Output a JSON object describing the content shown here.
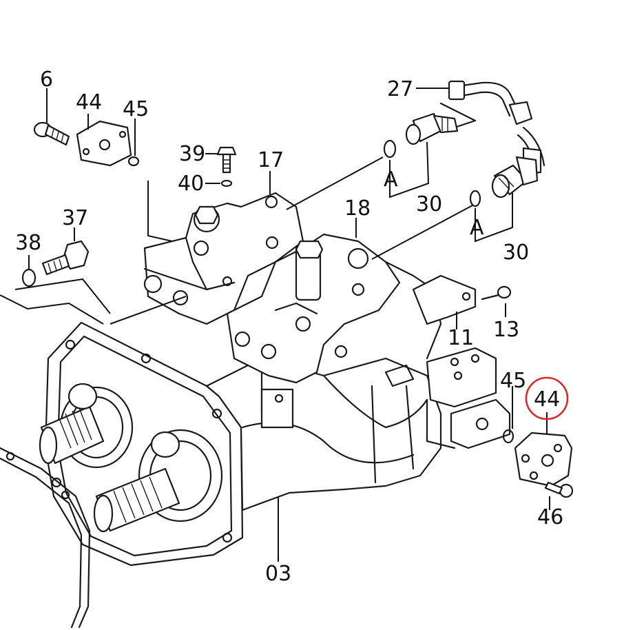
{
  "diagram": {
    "part_labels": {
      "p6": "6",
      "p44a": "44",
      "p45a": "45",
      "p39": "39",
      "p40": "40",
      "p17": "17",
      "p27": "27",
      "p30a": "30",
      "p30b": "30",
      "pA1": "A",
      "pA2": "A",
      "p18": "18",
      "p37": "37",
      "p38": "38",
      "p13": "13",
      "p11": "11",
      "p45b": "45",
      "p44b": "44",
      "p46": "46",
      "p03": "03"
    },
    "highlighted_part": "44",
    "highlight_color": "#d42b2b"
  }
}
